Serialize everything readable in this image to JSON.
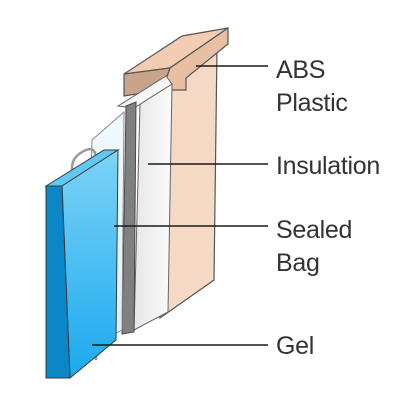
{
  "labels": {
    "abs_plastic": [
      "ABS",
      "Plastic"
    ],
    "insulation": [
      "Insulation"
    ],
    "sealed_bag": [
      "Sealed",
      "Bag"
    ],
    "gel": [
      "Gel"
    ]
  },
  "colors": {
    "abs_plastic_front": "#f6d9c4",
    "abs_plastic_top": "#f2cdb4",
    "abs_plastic_side": "#c9a48c",
    "insulation": "#f0f0f0",
    "sealed_bag": "#808080",
    "gel_front": "#19aef0",
    "gel_side": "#0d86c6",
    "gel_top": "#5fc8f3",
    "leader_line": "#1a1a1a",
    "label_text": "#333333"
  }
}
